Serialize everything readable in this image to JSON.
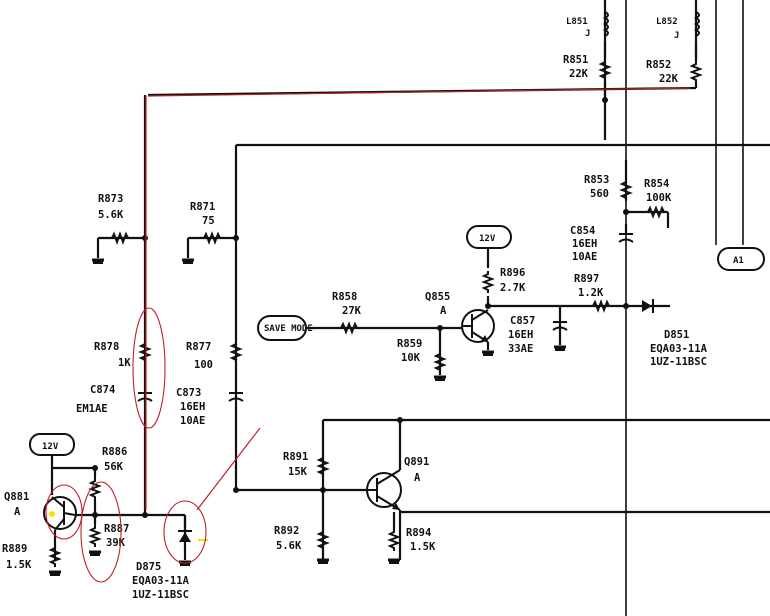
{
  "colors": {
    "ink": "#111111",
    "markup": "#c0202a",
    "highlight": "#f5e600"
  },
  "components": {
    "L851": {
      "ref": "L851",
      "value": "J"
    },
    "L852": {
      "ref": "L852",
      "value": "J"
    },
    "R851": {
      "ref": "R851",
      "value": "22K"
    },
    "R852": {
      "ref": "R852",
      "value": "22K"
    },
    "R853": {
      "ref": "R853",
      "value": "560"
    },
    "R854": {
      "ref": "R854",
      "value": "100K"
    },
    "C854": {
      "ref": "C854",
      "value1": "16EH",
      "value2": "10AE"
    },
    "R873": {
      "ref": "R873",
      "value": "5.6K"
    },
    "R871": {
      "ref": "R871",
      "value": "75"
    },
    "R896": {
      "ref": "R896",
      "value": "2.7K"
    },
    "R897": {
      "ref": "R897",
      "value": "1.2K"
    },
    "R858": {
      "ref": "R858",
      "value": "27K"
    },
    "Q855": {
      "ref": "Q855",
      "value": "A"
    },
    "C857": {
      "ref": "C857",
      "value1": "16EH",
      "value2": "33AE"
    },
    "D851": {
      "ref": "D851",
      "value1": "EQA03-11A",
      "value2": "1UZ-11BSC"
    },
    "R859": {
      "ref": "R859",
      "value": "10K"
    },
    "R878": {
      "ref": "R878",
      "value": "1K"
    },
    "C874": {
      "ref": "C874",
      "value": "EM1AE"
    },
    "R877": {
      "ref": "R877",
      "value": "100"
    },
    "C873": {
      "ref": "C873",
      "value1": "16EH",
      "value2": "10AE"
    },
    "R886": {
      "ref": "R886",
      "value": "56K"
    },
    "Q881": {
      "ref": "Q881",
      "value": "A"
    },
    "R887": {
      "ref": "R887",
      "value": "39K"
    },
    "R889": {
      "ref": "R889",
      "value": "1.5K"
    },
    "D875": {
      "ref": "D875",
      "value1": "EQA03-11A",
      "value2": "1UZ-11BSC"
    },
    "R891": {
      "ref": "R891",
      "value": "15K"
    },
    "Q891": {
      "ref": "Q891",
      "value": "A"
    },
    "R892": {
      "ref": "R892",
      "value": "5.6K"
    },
    "R894": {
      "ref": "R894",
      "value": "1.5K"
    }
  },
  "nets": {
    "supply_q881": "12V",
    "supply_q855": "12V",
    "input_q855": "SAVE MODE",
    "right_tag": "A1"
  }
}
